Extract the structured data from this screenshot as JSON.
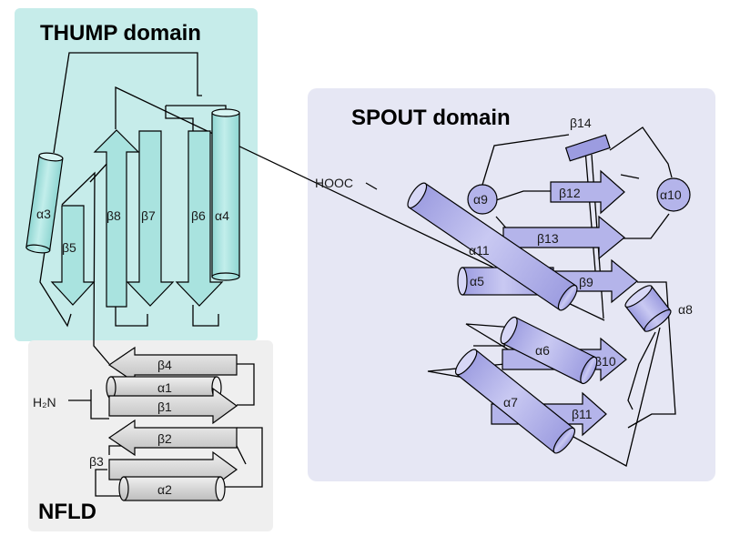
{
  "domains": {
    "thump": {
      "title": "THUMP domain",
      "color": "#c6ecea",
      "element_fill": "#a9e3df"
    },
    "spout": {
      "title": "SPOUT domain",
      "color": "#e6e7f4",
      "element_fill": "#b4b4ea"
    },
    "nfld": {
      "title": "NFLD",
      "color": "#efefef",
      "element_fill": "#d4d4d4"
    }
  },
  "elements": {
    "a3": "α3",
    "b5": "β5",
    "b8": "β8",
    "b7": "β7",
    "b6": "β6",
    "a4": "α4",
    "b4": "β4",
    "a1": "α1",
    "b1": "β1",
    "b2": "β2",
    "b3": "β3",
    "a2": "α2",
    "b14": "β14",
    "a9": "α9",
    "b12": "β12",
    "a10": "α10",
    "b13": "β13",
    "a11": "α11",
    "a5": "α5",
    "b9": "β9",
    "a8": "α8",
    "a6": "α6",
    "b10": "β10",
    "a7": "α7",
    "b11": "β11"
  },
  "termini": {
    "n_term": "H₂N",
    "c_term": "HOOC"
  }
}
